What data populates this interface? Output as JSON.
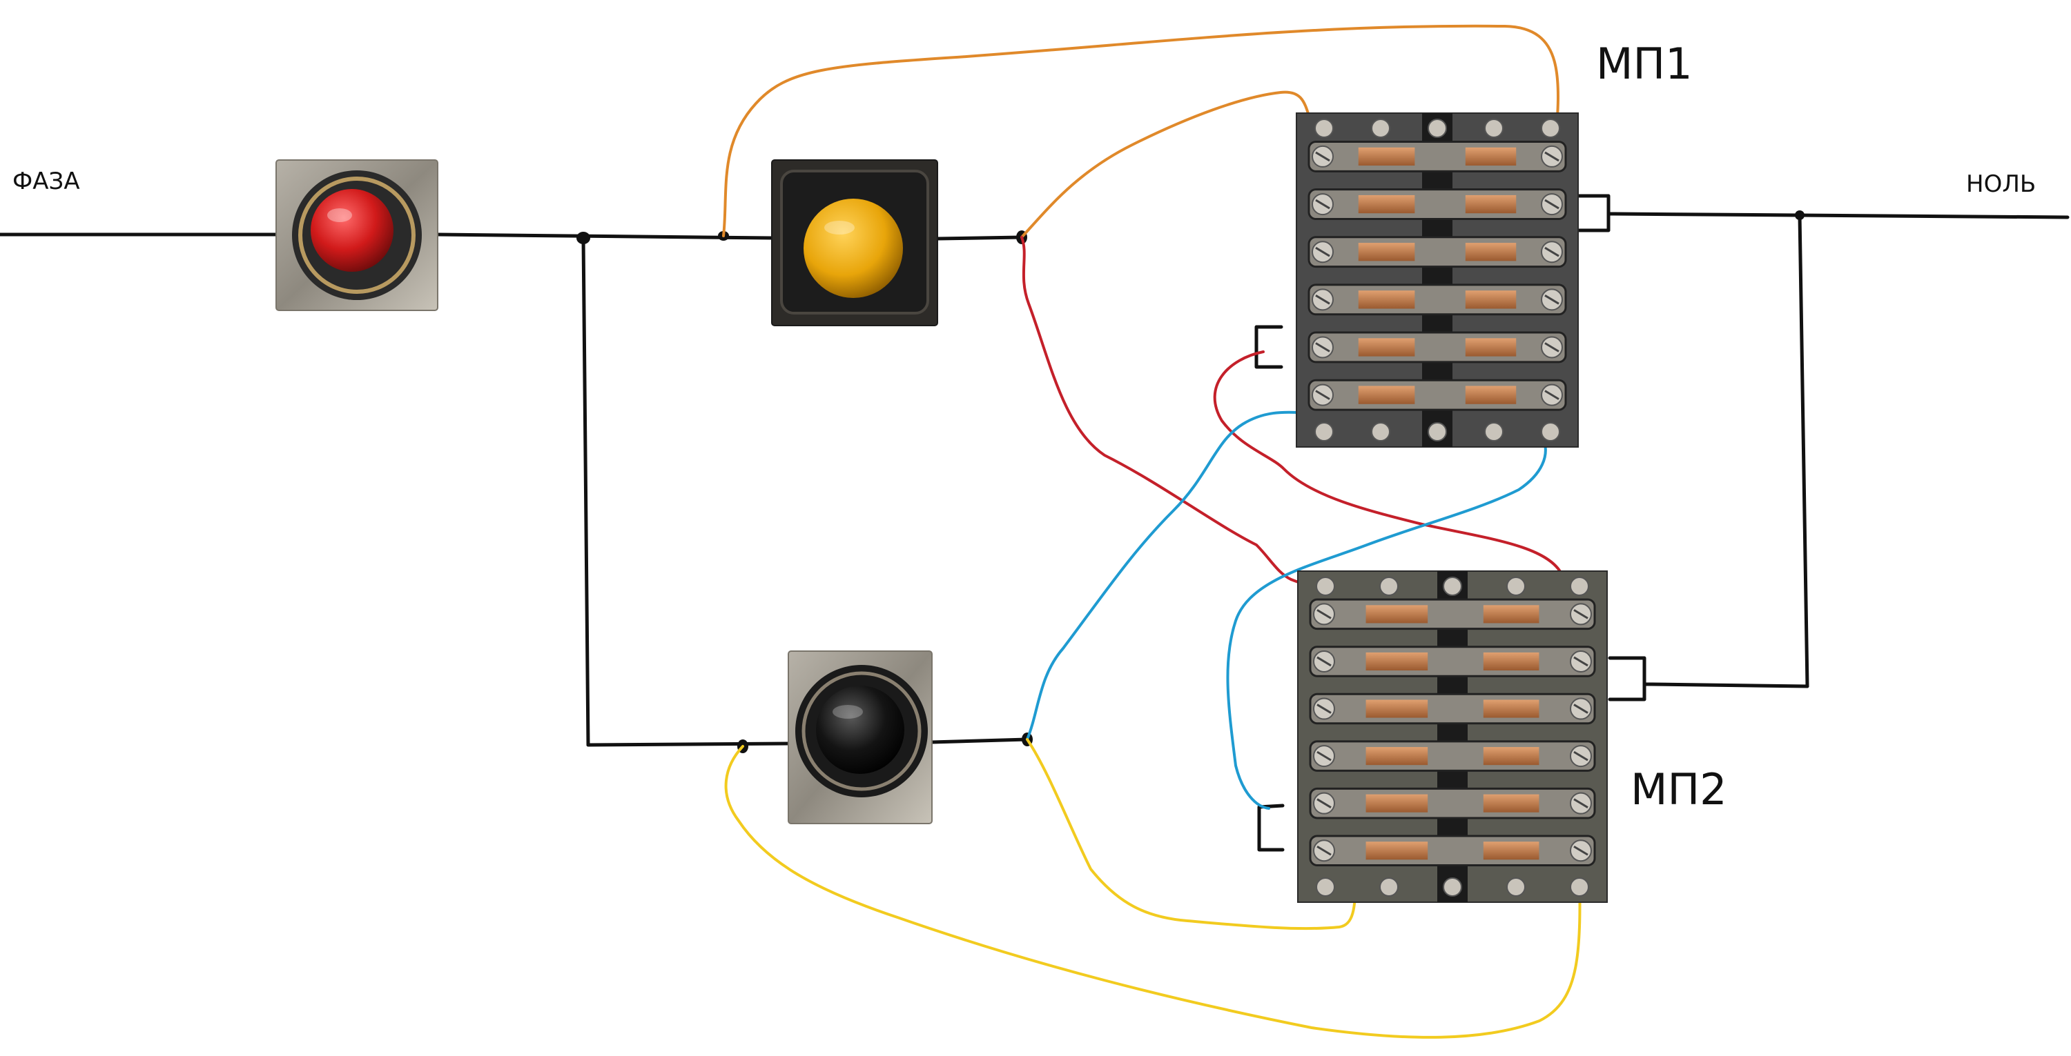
{
  "labels": {
    "phase": "ФАЗА",
    "neutral": "НОЛЬ",
    "contactor1": "МП1",
    "contactor2": "МП2"
  },
  "components": {
    "button_stop": {
      "cap_color": "#d11a1a",
      "icon": "red-pushbutton"
    },
    "button_start_1": {
      "cap_color": "#e8a50a",
      "icon": "yellow-pushbutton"
    },
    "button_start_2": {
      "cap_color": "#141414",
      "icon": "black-pushbutton"
    },
    "contactor_1": {
      "icon": "magnetic-starter",
      "body_color": "#4a4a4a"
    },
    "contactor_2": {
      "icon": "magnetic-starter",
      "body_color": "#5a5a52"
    }
  },
  "wire_colors": {
    "main": "#111111",
    "orange": "#e0892a",
    "red": "#c4202a",
    "blue": "#1f9bd1",
    "yellow": "#f2cb1f"
  }
}
